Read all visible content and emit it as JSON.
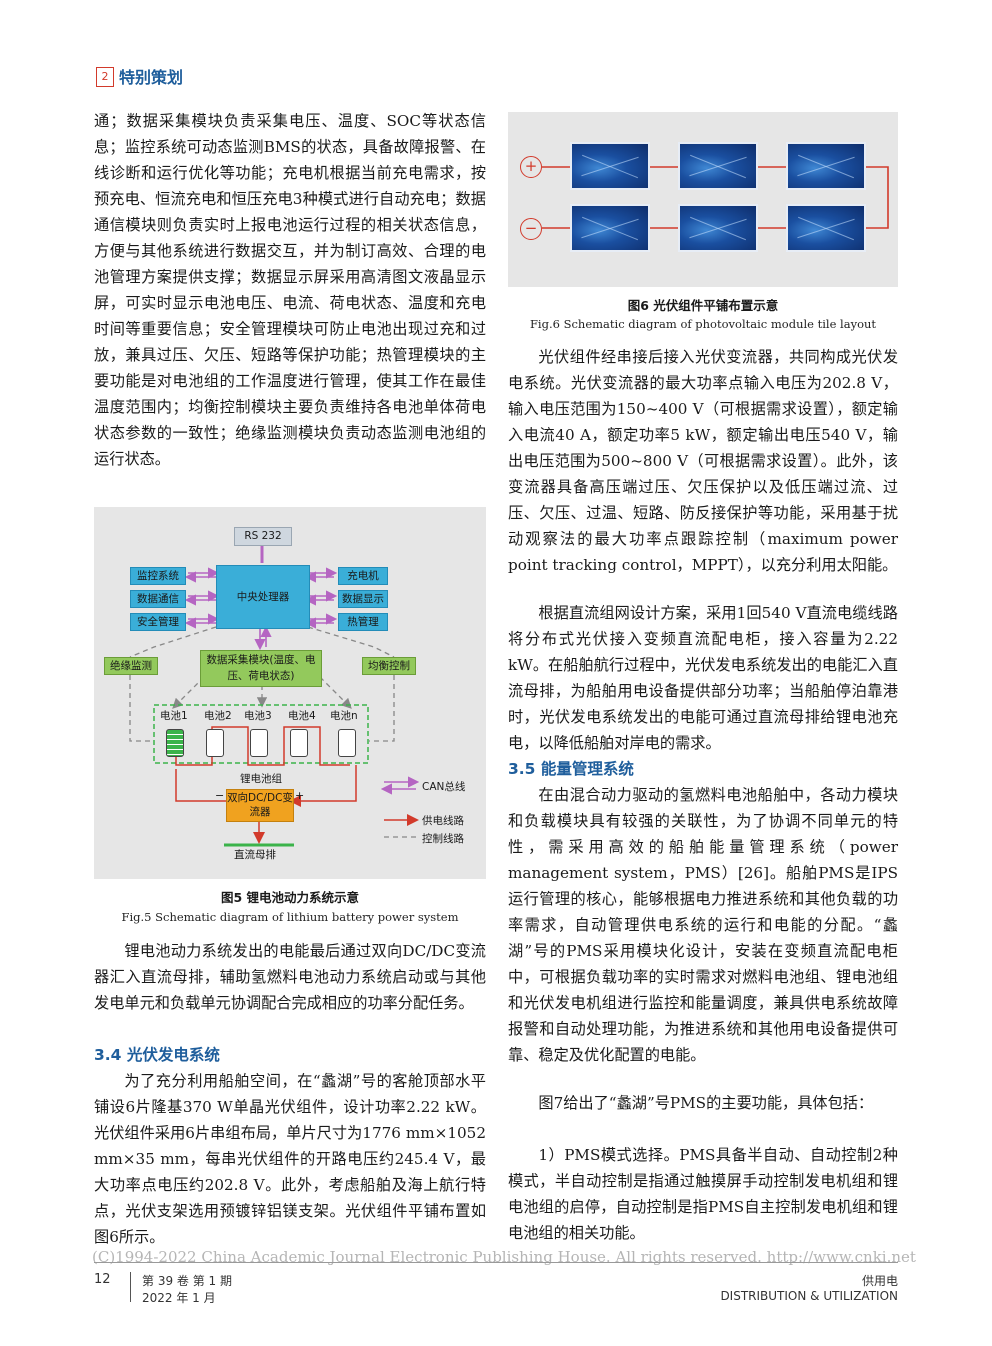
{
  "header": {
    "page_badge": "2",
    "section": "特别策划"
  },
  "left": {
    "p1": "通；数据采集模块负责采集电压、温度、SOC等状态信息；监控系统可动态监测BMS的状态，具备故障报警、在线诊断和运行优化等功能；充电机根据当前充电需求，按预充电、恒流充电和恒压充电3种模式进行自动充电；数据通信模块则负责实时上报电池运行过程的相关状态信息，方便与其他系统进行数据交互，并为制订高效、合理的电池管理方案提供支撑；数据显示屏采用高清图文液晶显示屏，可实时显示电池电压、电流、荷电状态、温度和充电时间等重要信息；安全管理模块可防止电池出现过充和过放，兼具过压、欠压、短路等保护功能；热管理模块的主要功能是对电池组的工作温度进行管理，使其工作在最佳温度范围内；均衡控制模块主要负责维持各电池单体荷电状态参数的一致性；绝缘监测模块负责动态监测电池组的运行状态。",
    "p2": "锂电池动力系统发出的电能最后通过双向DC/DC变流器汇入直流母排，辅助氢燃料电池动力系统启动或与其他发电单元和负载单元协调配合完成相应的功率分配任务。",
    "h34": "3.4  光伏发电系统",
    "p3": "为了充分利用船舶空间，在“蠡湖”号的客舱顶部水平铺设6片隆基370 W单晶光伏组件，设计功率2.22 kW。光伏组件采用6片串组布局，单片尺寸为1776 mm×1052 mm×35 mm，每串光伏组件的开路电压约245.4 V，最大功率点电压约202.8 V。此外，考虑船舶及海上航行特点，光伏支架选用预镀锌铝镁支架。光伏组件平铺布置如图6所示。"
  },
  "fig5": {
    "cap_zh": "图5   锂电池动力系统示意",
    "cap_en": "Fig.5   Schematic diagram of lithium battery power system",
    "rs232": "RS 232",
    "cpu": "中央处理器",
    "left_boxes": [
      "监控系统",
      "数据通信",
      "安全管理"
    ],
    "right_boxes": [
      "充电机",
      "数据显示",
      "热管理"
    ],
    "insulation": "绝缘监测",
    "balance": "均衡控制",
    "acq": "数据采集模块(温度、电压、荷电状态)",
    "cells": [
      "电池1",
      "电池2",
      "电池3",
      "电池4",
      "电池n"
    ],
    "pack": "锂电池组",
    "dcdc": "双向DC/DC变流器",
    "minus": "−",
    "plus": "+",
    "bus": "直流母排",
    "legend": [
      "CAN总线",
      "供电线路",
      "控制线路"
    ]
  },
  "fig6": {
    "cap_zh": "图6   光伏组件平铺布置示意",
    "cap_en": "Fig.6   Schematic diagram of photovoltaic module tile layout",
    "plus": "+",
    "minus": "−"
  },
  "right": {
    "p1": "光伏组件经串接后接入光伏变流器，共同构成光伏发电系统。光伏变流器的最大功率点输入电压为202.8 V，输入电压范围为150~400 V（可根据需求设置），额定输入电流40 A，额定功率5 kW，额定输出电压540 V，输出电压范围为500~800 V（可根据需求设置）。此外，该变流器具备高压端过压、欠压保护以及低压端过流、过压、欠压、过温、短路、防反接保护等功能，采用基于扰动观察法的最大功率点跟踪控制（maximum power point tracking control，MPPT），以充分利用太阳能。",
    "p2": "根据直流组网设计方案，采用1回540 V直流电缆线路将分布式光伏接入变频直流配电柜，接入容量为2.22 kW。在船舶航行过程中，光伏发电系统发出的电能汇入直流母排，为船舶用电设备提供部分功率；当船舶停泊靠港时，光伏发电系统发出的电能可通过直流母排给锂电池充电，以降低船舶对岸电的需求。",
    "h35": "3.5  能量管理系统",
    "p3": "在由混合动力驱动的氢燃料电池船舶中，各动力模块和负载模块具有较强的关联性，为了协调不同单元的特性，需采用高效的船舶能量管理系统（power management system，PMS）[26]。船舶PMS是IPS运行管理的核心，能够根据电力推进系统和其他负载的功率需求，自动管理供电系统的运行和电能的分配。“蠡湖”号的PMS采用模块化设计，安装在变频直流配电柜中，可根据负载功率的实时需求对燃料电池组、锂电池组和光伏发电机组进行监控和能量调度，兼具供电系统故障报警和自动处理功能，为推进系统和其他用电设备提供可靠、稳定及优化配置的电能。",
    "p4": "图7给出了“蠡湖”号PMS的主要功能，具体包括：",
    "p5": "1）PMS模式选择。PMS具备半自动、自动控制2种模式，半自动控制是指通过触摸屏手动控制发电机组和锂电池组的启停，自动控制是指PMS自主控制发电机组和锂电池组的相关功能。"
  },
  "footer": {
    "copyright": "(C)1994-2022 China Academic Journal Electronic Publishing House. All rights reserved.    http://www.cnki.net",
    "page_no": "12",
    "volume": "第 39 卷   第 1 期",
    "date": "2022 年 1 月",
    "journal_zh": "供用电",
    "journal_en": "DISTRIBUTION & UTILIZATION"
  }
}
